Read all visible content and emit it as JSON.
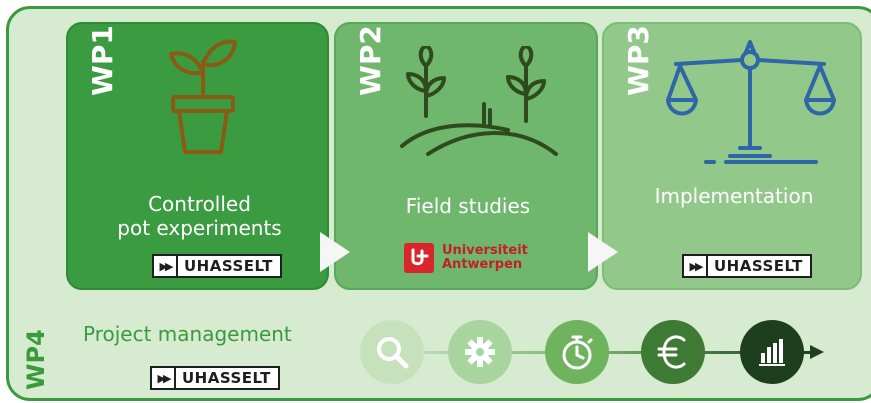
{
  "wp1": {
    "label": "WP1",
    "title_line1": "Controlled",
    "title_line2": "pot experiments",
    "badge": "UHASSELT"
  },
  "wp2": {
    "label": "WP2",
    "title": "Field studies",
    "partner_line1": "Universiteit",
    "partner_line2": "Antwerpen"
  },
  "wp3": {
    "label": "WP3",
    "title": "Implementation",
    "badge": "UHASSELT"
  },
  "wp4": {
    "label": "WP4",
    "title": "Project management",
    "badge": "UHASSELT"
  },
  "process_icons": [
    "search-icon",
    "gear-icon",
    "stopwatch-icon",
    "euro-icon",
    "bar-chart-icon"
  ],
  "colors": {
    "wp1": "#3b9b40",
    "wp2": "#6fb76c",
    "wp3": "#92c98b",
    "frame": "#3a9a3e",
    "scale_blue": "#2f66a8",
    "plant_brown": "#8b5a14"
  }
}
